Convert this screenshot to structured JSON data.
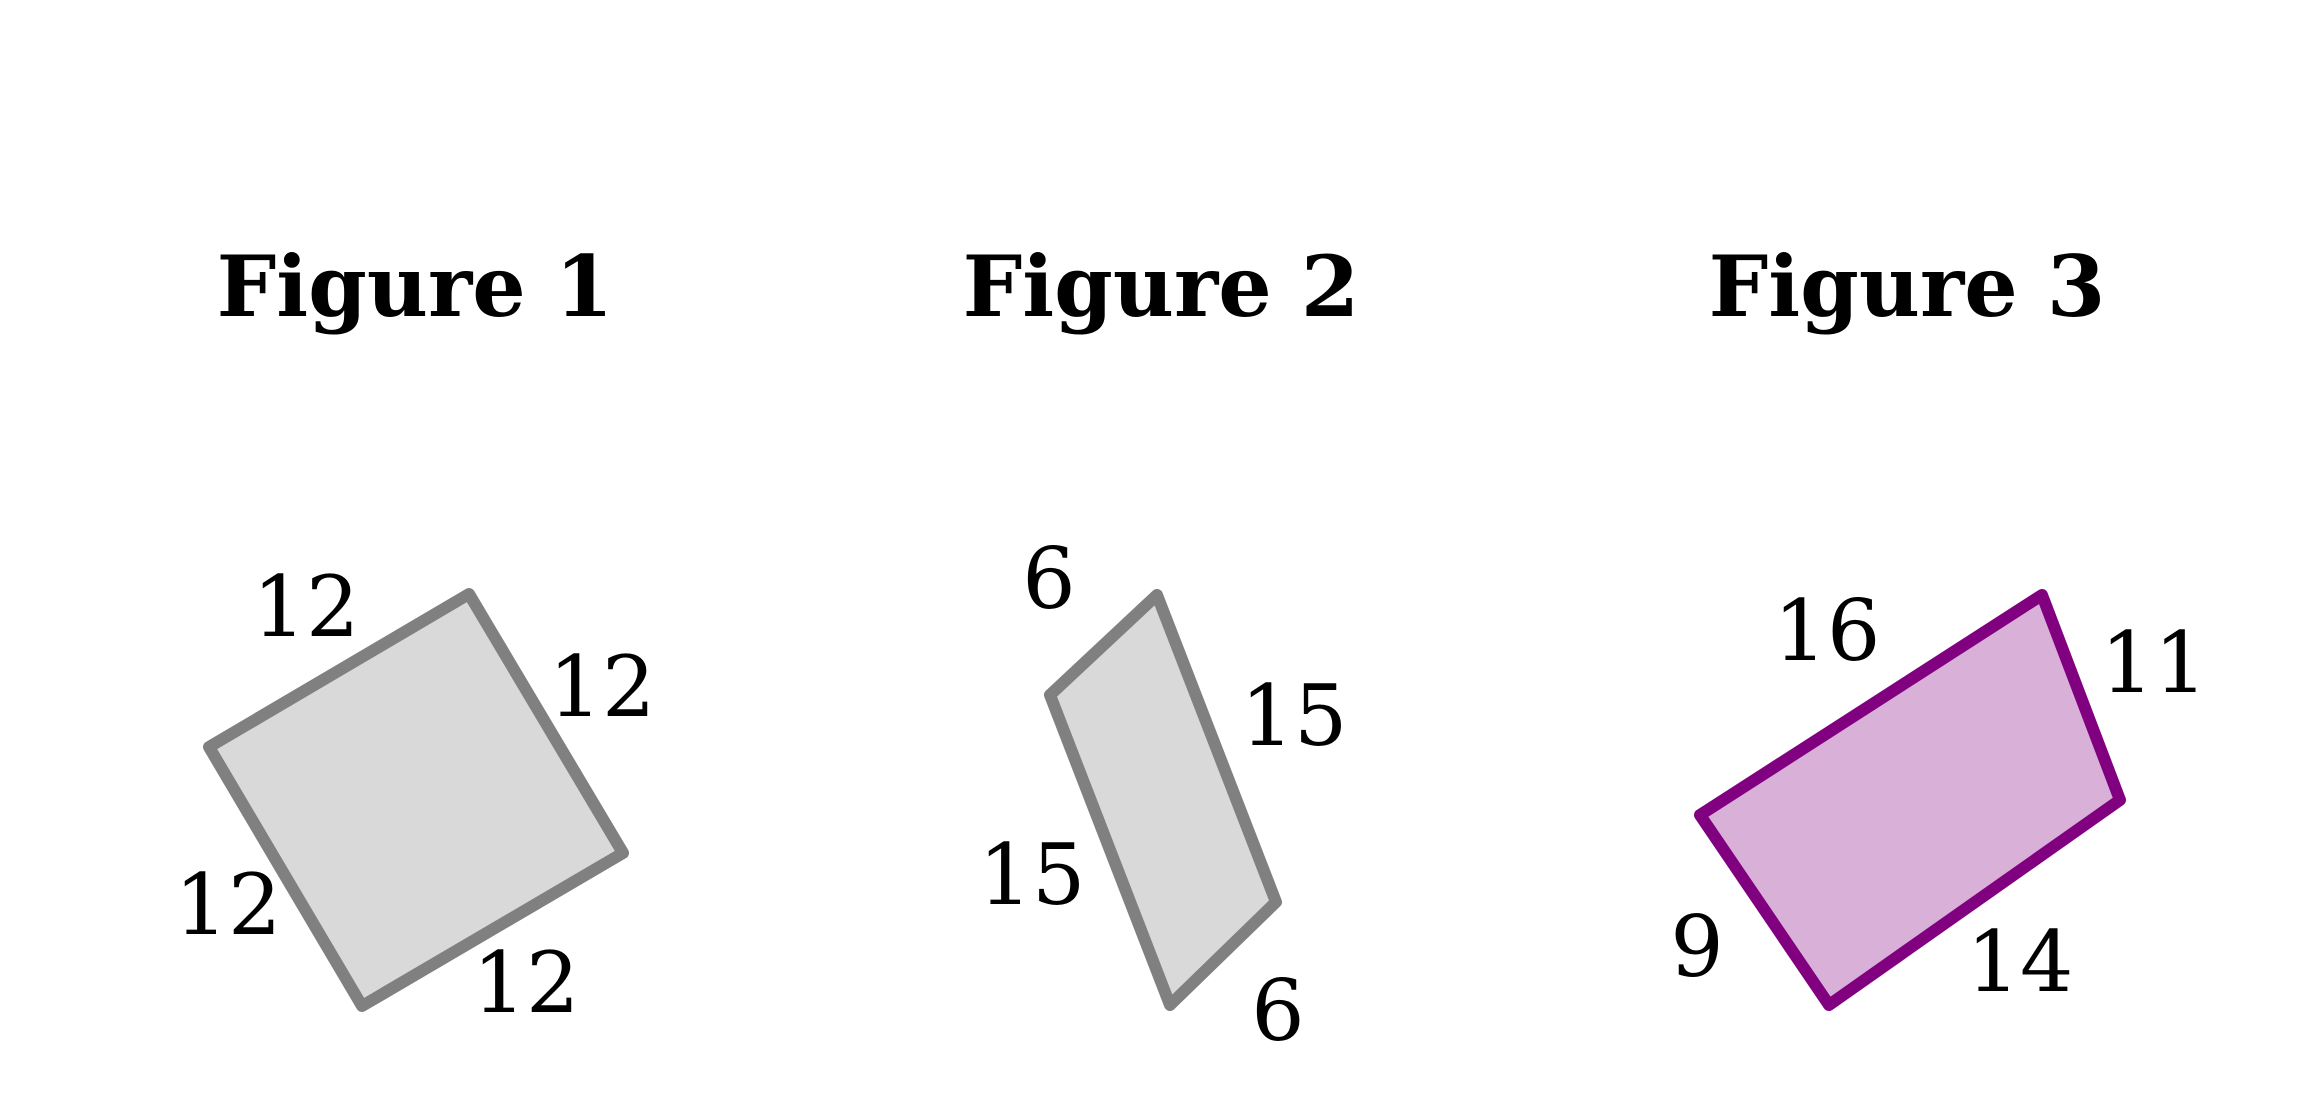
{
  "figures": [
    {
      "title": "Figure 1",
      "fill_color": "#d9d9d9",
      "stroke_color": "#808080",
      "side_labels": [
        "12",
        "12",
        "12",
        "12"
      ]
    },
    {
      "title": "Figure 2",
      "fill_color": "#d9d9d9",
      "stroke_color": "#808080",
      "side_labels": [
        "6",
        "15",
        "6",
        "15"
      ]
    },
    {
      "title": "Figure 3",
      "fill_color": "#d8b0d8",
      "stroke_color": "#800080",
      "side_labels": [
        "16",
        "11",
        "14",
        "9"
      ]
    }
  ]
}
